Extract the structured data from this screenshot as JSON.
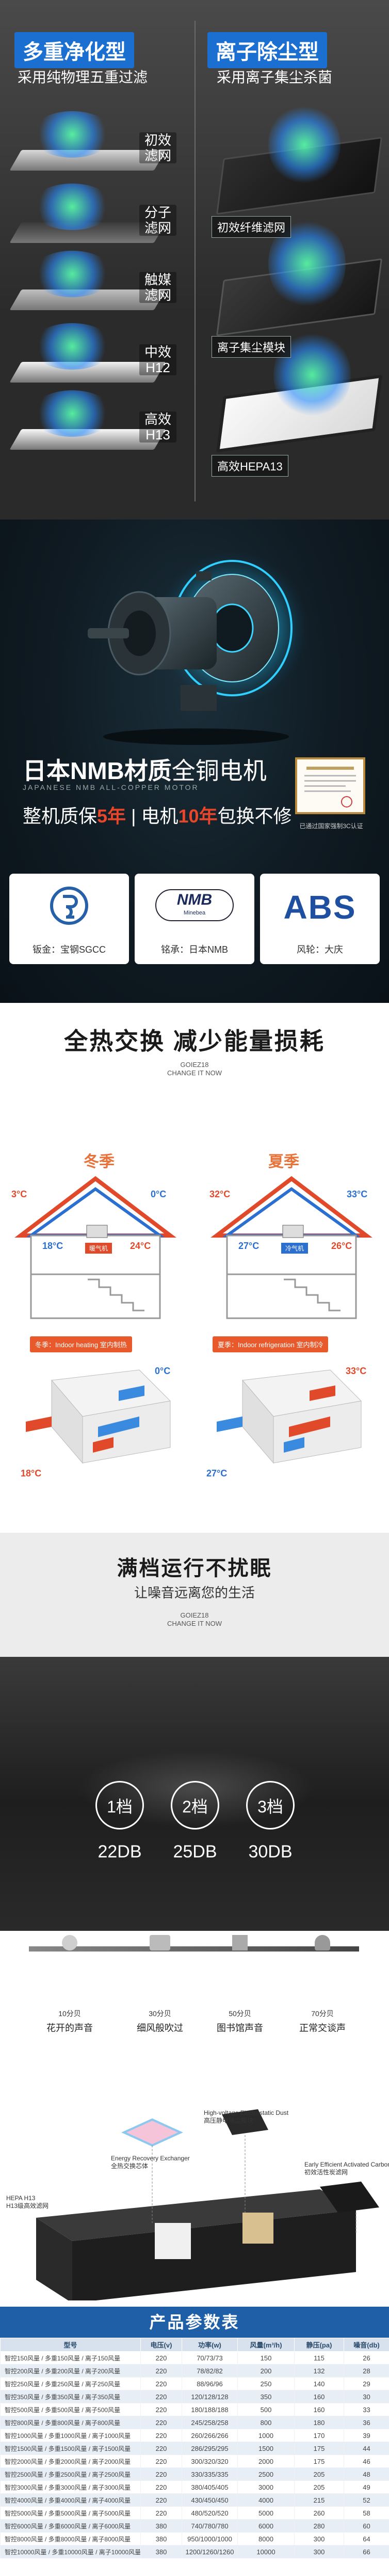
{
  "filters": {
    "left_title": "多重净化型",
    "left_subtitle": "采用纯物理五重过滤",
    "right_title": "离子除尘型",
    "right_subtitle": "采用离子集尘杀菌",
    "left_layers": [
      {
        "label": "初效\n滤网",
        "color": "#d8d8d8"
      },
      {
        "label": "分子\n滤网",
        "color": "#3a3a3a"
      },
      {
        "label": "触媒\n滤网",
        "color": "#bfbfbf"
      },
      {
        "label": "中效\nH12",
        "color": "#f2f2f2"
      },
      {
        "label": "高效\nH13",
        "color": "#f7f7f7"
      }
    ],
    "right_labels": [
      "初效纤维滤网",
      "离子集尘模块",
      "高效HEPA13"
    ],
    "accent": "#1a6fd0"
  },
  "motor": {
    "title_bold": "日本NMB材质",
    "title_normal": "全铜电机",
    "subtitle": "JAPANESE NMB ALL-COPPER MOTOR",
    "warranty_a": "整机质保",
    "warranty_a_num": "5年",
    "warranty_sep": "|",
    "warranty_b": "电机",
    "warranty_b_num": "10年",
    "warranty_c": "包换不修",
    "cert_label": "已通过国家强制3C认证",
    "cards": [
      {
        "logo": "宝钢",
        "caption": "钣金：宝钢SGCC"
      },
      {
        "logo": "NMB",
        "logo_sub": "Minebea",
        "caption": "铭承：日本NMB"
      },
      {
        "logo": "ABS",
        "caption": "风轮：大庆"
      }
    ]
  },
  "heat": {
    "title": "全热交换  减少能量损耗",
    "brand": "GOIEZ18\nCHANGE IT NOW",
    "winter_label": "冬季",
    "summer_label": "夏季",
    "winter_core": "暖气机",
    "summer_core": "冷气机",
    "winter_tag": "冬季：Indoor heating 室内制热",
    "summer_tag": "夏季：Indoor refrigeration 室内制冷",
    "winter_temps": {
      "out_top": "0°C",
      "in_mid": "24°C",
      "in_low": "18°C",
      "out_hi": "3°C",
      "ex_out": "0°C",
      "ex_in": "18°C"
    },
    "summer_temps": {
      "out_top": "33°C",
      "in_mid": "26°C",
      "in_low": "27°C",
      "out_hi": "32°C",
      "ex_out": "33°C",
      "ex_in": "27°C"
    },
    "winter_color": "#e8733a",
    "summer_color": "#3a8ae0"
  },
  "quiet": {
    "title": "满档运行不扰眠",
    "subtitle": "让噪音远离您的生活",
    "brand": "GOIEZ18\nCHANGE IT NOW",
    "gears": [
      {
        "label": "1档",
        "db": "22DB"
      },
      {
        "label": "2档",
        "db": "25DB"
      },
      {
        "label": "3档",
        "db": "30DB"
      }
    ],
    "noise": [
      {
        "value": "10分贝",
        "caption": "花开的声音"
      },
      {
        "value": "30分贝",
        "caption": "细风般吹过"
      },
      {
        "value": "50分贝",
        "caption": "图书馆声音"
      },
      {
        "value": "70分贝",
        "caption": "正常交谈声"
      }
    ]
  },
  "product": {
    "callouts": [
      "High-voltage Electrostatic Dust\n高压静电除尘模块",
      "Energy Recovery Exchanger\n全热交换芯体",
      "Early Efficient Activated Carbon\n初效活性炭滤网",
      "HEPA H13\nH13级高效滤网"
    ]
  },
  "table": {
    "title": "产品参数表",
    "headers": [
      "型号",
      "电压(v)",
      "功率(w)",
      "风量(m³/h)",
      "静压(pa)",
      "噪音(db)"
    ],
    "rows": [
      [
        "智控150风量 / 多重150风量 / 离子150风量",
        "220",
        "70/73/73",
        "150",
        "115",
        "26"
      ],
      [
        "智控200风量 / 多重200风量 / 离子200风量",
        "220",
        "78/82/82",
        "200",
        "132",
        "28"
      ],
      [
        "智控250风量 / 多重250风量 / 离子250风量",
        "220",
        "88/96/96",
        "250",
        "140",
        "29"
      ],
      [
        "智控350风量 / 多重350风量 / 离子350风量",
        "220",
        "120/128/128",
        "350",
        "160",
        "30"
      ],
      [
        "智控500风量 / 多重500风量 / 离子500风量",
        "220",
        "180/188/188",
        "500",
        "160",
        "33"
      ],
      [
        "智控800风量 / 多重800风量 / 离子800风量",
        "220",
        "245/258/258",
        "800",
        "180",
        "36"
      ],
      [
        "智控1000风量 / 多重1000风量 / 离子1000风量",
        "220",
        "260/266/266",
        "1000",
        "170",
        "39"
      ],
      [
        "智控1500风量 / 多重1500风量 / 离子1500风量",
        "220",
        "286/295/295",
        "1500",
        "175",
        "44"
      ],
      [
        "智控2000风量 / 多重2000风量 / 离子2000风量",
        "220",
        "300/320/320",
        "2000",
        "175",
        "46"
      ],
      [
        "智控2500风量 / 多重2500风量 / 离子2500风量",
        "220",
        "330/335/335",
        "2500",
        "205",
        "48"
      ],
      [
        "智控3000风量 / 多重3000风量 / 离子3000风量",
        "220",
        "380/405/405",
        "3000",
        "205",
        "49"
      ],
      [
        "智控4000风量 / 多重4000风量 / 离子4000风量",
        "220",
        "430/450/450",
        "4000",
        "215",
        "52"
      ],
      [
        "智控5000风量 / 多重5000风量 / 离子5000风量",
        "220",
        "480/520/520",
        "5000",
        "260",
        "58"
      ],
      [
        "智控6000风量 / 多重6000风量 / 离子6000风量",
        "380",
        "740/780/780",
        "6000",
        "280",
        "60"
      ],
      [
        "智控8000风量 / 多重8000风量 / 离子8000风量",
        "380",
        "950/1000/1000",
        "8000",
        "300",
        "64"
      ],
      [
        "智控10000风量 / 多重10000风量 / 离子10000风量",
        "380",
        "1200/1260/1260",
        "10000",
        "300",
        "66"
      ]
    ]
  }
}
